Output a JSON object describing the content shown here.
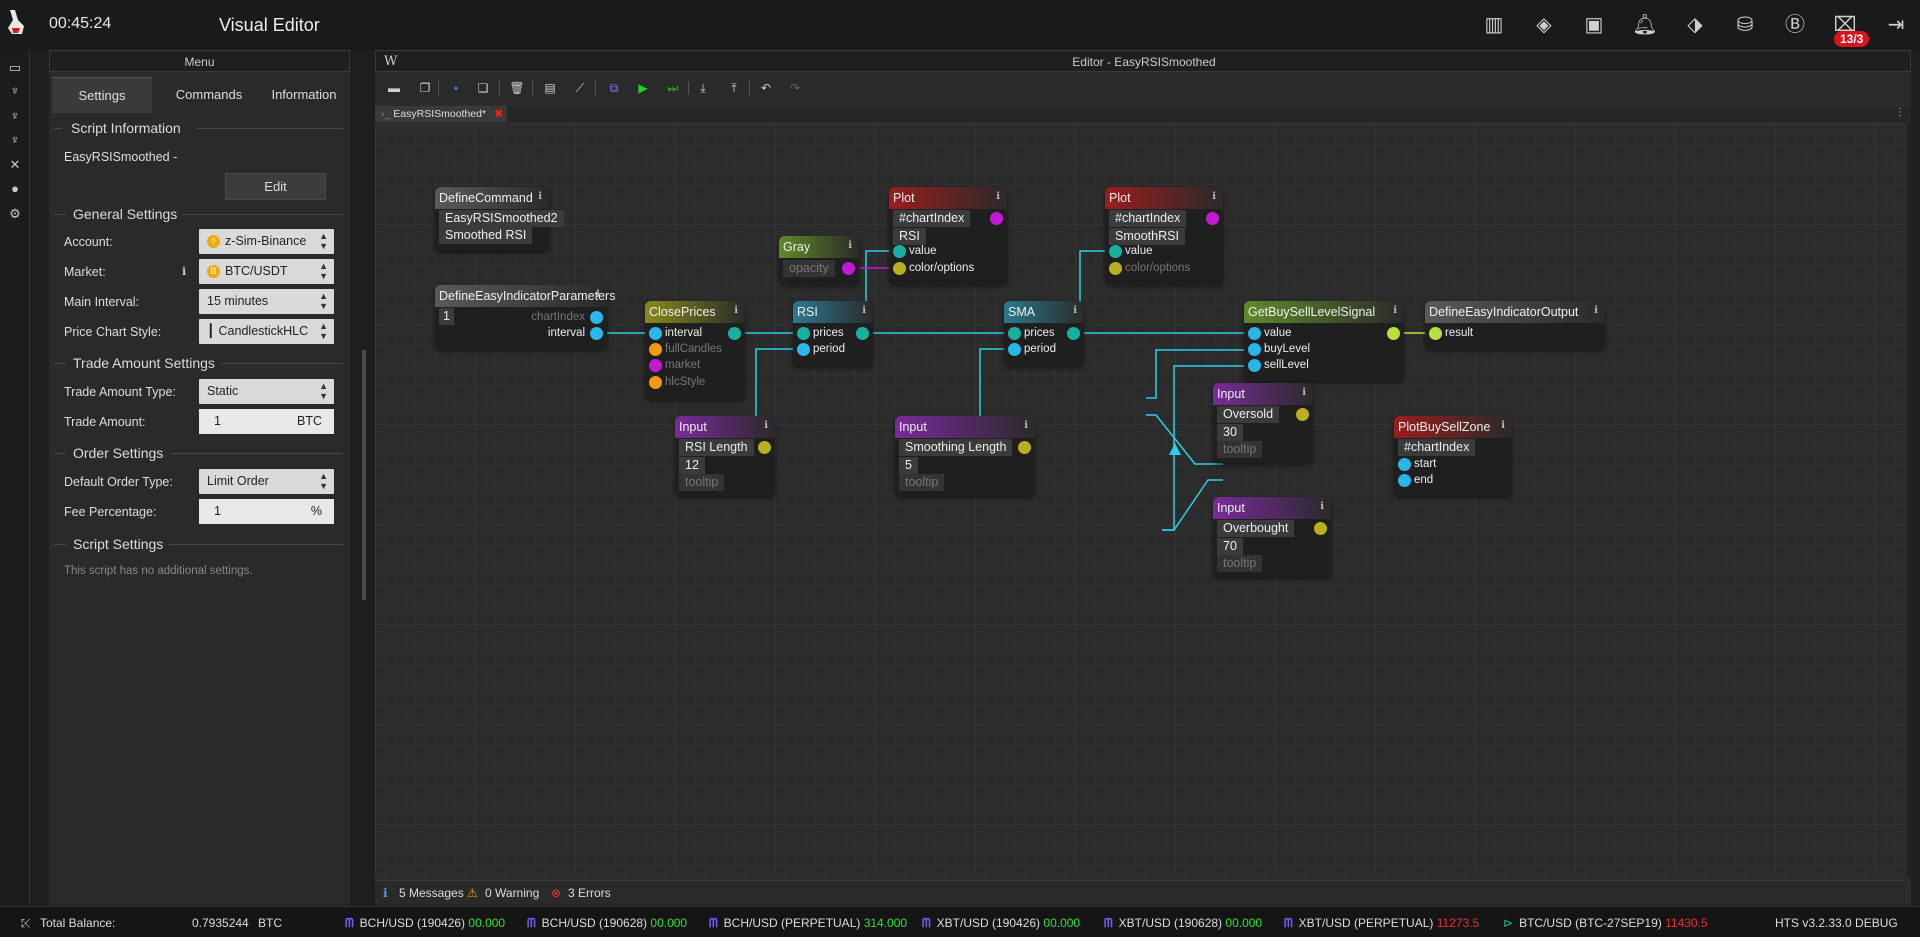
{
  "topbar": {
    "clock": "00:45:24",
    "title": "Visual Editor",
    "badge": "13/3",
    "icons": [
      "map-icon",
      "ticket-icon",
      "frame-icon",
      "bell-icon",
      "tag-icon",
      "coins-icon",
      "bitcoin-cycle-icon",
      "inbox-icon",
      "logout-icon"
    ]
  },
  "menu": {
    "header": "Menu",
    "tabs": [
      "Settings",
      "Commands",
      "Information"
    ],
    "script_info": {
      "title": "Script Information",
      "name": "EasyRSISmoothed -",
      "edit_label": "Edit"
    },
    "general": {
      "title": "General Settings",
      "account_label": "Account:",
      "account_value": "z-Sim-Binance",
      "market_label": "Market:",
      "market_value": "BTC/USDT",
      "interval_label": "Main Interval:",
      "interval_value": "15 minutes",
      "chart_label": "Price Chart Style:",
      "chart_value": "CandlestickHLC"
    },
    "trade": {
      "title": "Trade Amount Settings",
      "type_label": "Trade Amount Type:",
      "type_value": "Static",
      "amount_label": "Trade Amount:",
      "amount_value": "1",
      "amount_unit": "BTC"
    },
    "order": {
      "title": "Order Settings",
      "type_label": "Default Order Type:",
      "type_value": "Limit Order",
      "fee_label": "Fee Percentage:",
      "fee_value": "1",
      "fee_unit": "%"
    },
    "script": {
      "title": "Script Settings",
      "note": "This script has no additional settings."
    }
  },
  "editor": {
    "title": "Editor - EasyRSISmoothed",
    "w": "W",
    "file_tab": "EasyRSISmoothed*",
    "status": {
      "messages": "5 Messages",
      "warnings": "0 Warning",
      "errors": "3 Errors"
    },
    "nodes": {
      "definecommand": {
        "title": "DefineCommand",
        "f1": "EasyRSISmoothed2",
        "f2": "Smoothed RSI"
      },
      "defineparams": {
        "title": "DefineEasyIndicatorParameters",
        "f1": "1",
        "p1": "chartIndex",
        "p2": "interval"
      },
      "closeprices": {
        "title": "ClosePrices",
        "p1": "interval",
        "p2": "fullCandles",
        "p3": "market",
        "p4": "hlcStyle"
      },
      "gray": {
        "title": "Gray",
        "f1": "opacity"
      },
      "plot1": {
        "title": "Plot",
        "f1": "#chartIndex",
        "f2": "RSI",
        "p1": "value",
        "p2": "color/options"
      },
      "rsi": {
        "title": "RSI",
        "p1": "prices",
        "p2": "period"
      },
      "input_rsi": {
        "title": "Input",
        "f1": "RSI Length",
        "f2": "12",
        "f3": "tooltip"
      },
      "input_smooth": {
        "title": "Input",
        "f1": "Smoothing Length",
        "f2": "5",
        "f3": "tooltip"
      },
      "sma": {
        "title": "SMA",
        "p1": "prices",
        "p2": "period"
      },
      "plot2": {
        "title": "Plot",
        "f1": "#chartIndex",
        "f2": "SmoothRSI",
        "p1": "value",
        "p2": "color/options"
      },
      "getsignal": {
        "title": "GetBuySellLevelSignal",
        "p1": "value",
        "p2": "buyLevel",
        "p3": "sellLevel"
      },
      "output": {
        "title": "DefineEasyIndicatorOutput",
        "p1": "result"
      },
      "input_oversold": {
        "title": "Input",
        "f1": "Oversold",
        "f2": "30",
        "f3": "tooltip"
      },
      "input_overbought": {
        "title": "Input",
        "f1": "Overbought",
        "f2": "70",
        "f3": "tooltip"
      },
      "plotzone": {
        "title": "PlotBuySellZone",
        "f1": "#chartIndex",
        "p1": "start",
        "p2": "end"
      }
    }
  },
  "footer": {
    "balance_label": "Total Balance:",
    "balance_value": "0.7935244",
    "balance_unit": "BTC",
    "tickers": [
      {
        "name": "BCH/USD (190426)",
        "value": "00.000"
      },
      {
        "name": "BCH/USD (190628)",
        "value": "00.000"
      },
      {
        "name": "BCH/USD (PERPETUAL)",
        "value": "314.000"
      },
      {
        "name": "XBT/USD (190426)",
        "value": "00.000"
      },
      {
        "name": "XBT/USD (190628)",
        "value": "00.000"
      },
      {
        "name": "XBT/USD (PERPETUAL)",
        "value": "11273.5"
      },
      {
        "name": "BTC/USD (BTC-27SEP19)",
        "value": "11430.5"
      }
    ],
    "version": "HTS v3.2.33.0 DEBUG"
  }
}
